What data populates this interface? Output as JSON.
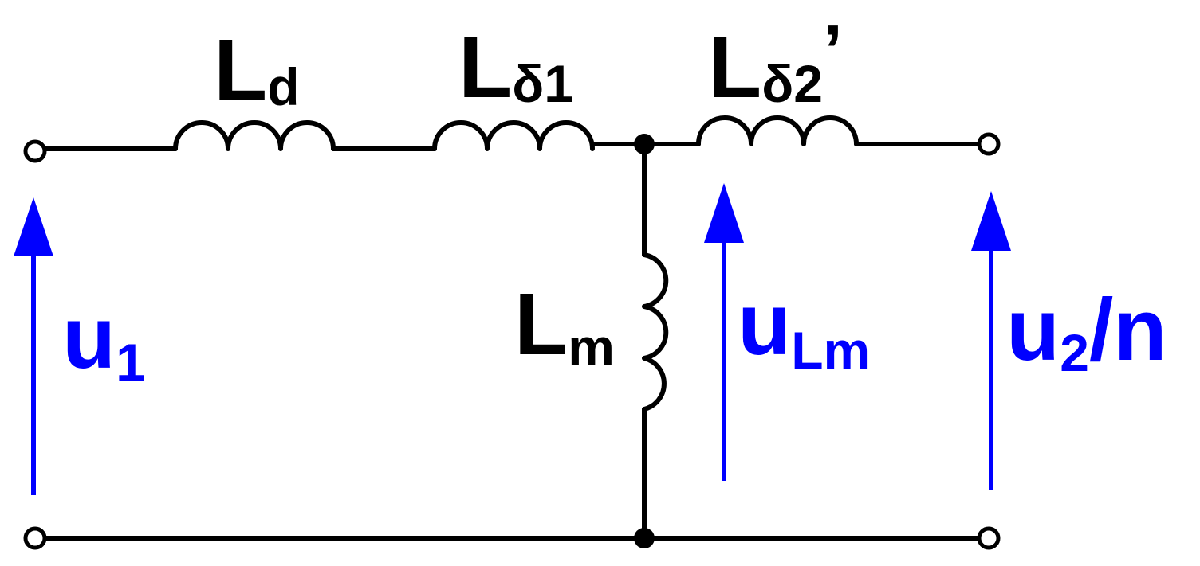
{
  "colors": {
    "wire": "#000000",
    "voltage_arrow": "#0000ff",
    "background": "#ffffff"
  },
  "components": {
    "ld": {
      "main": "L",
      "sub": "d"
    },
    "ld1": {
      "main": "L",
      "sub": "δ1"
    },
    "ld2": {
      "main": "L",
      "sub": "δ2",
      "prime": "’"
    },
    "lm": {
      "main": "L",
      "sub": "m"
    }
  },
  "voltages": {
    "u1": {
      "main": "u",
      "sub": "1"
    },
    "ulm": {
      "main": "u",
      "sub": "Lm"
    },
    "u2n": {
      "main": "u",
      "sub": "2",
      "suffix": "/n"
    }
  }
}
